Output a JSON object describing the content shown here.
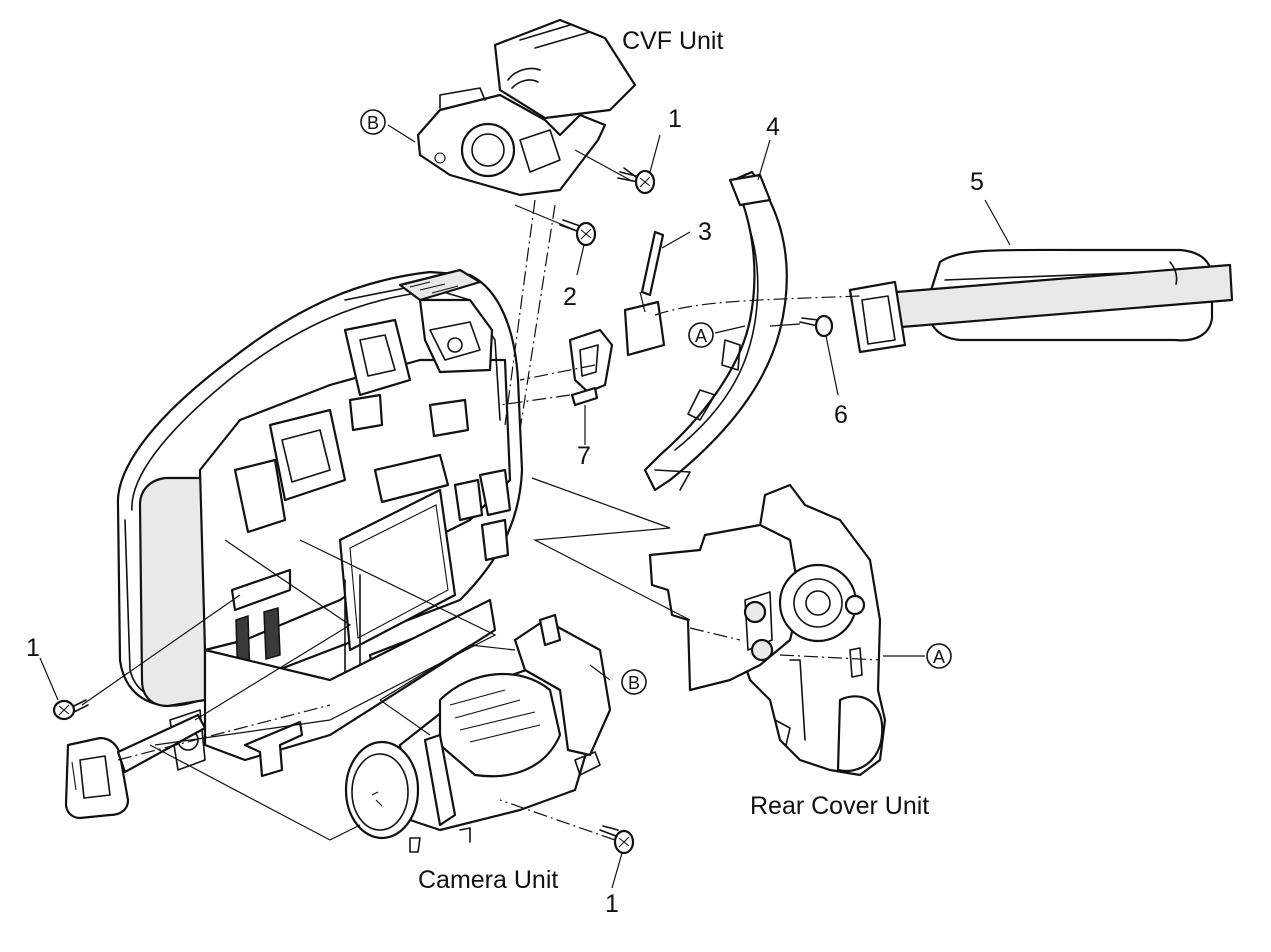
{
  "units": {
    "cvf": "CVF Unit",
    "rear_cover": "Rear Cover Unit",
    "camera": "Camera Unit"
  },
  "part_numbers": {
    "screw_cvf": "1",
    "screw_a": "2",
    "pin": "3",
    "grip_cover": "4",
    "grip_belt": "5",
    "screw_belt": "6",
    "small_bracket": "7",
    "screw_left": "1",
    "screw_bottom": "1"
  },
  "reference_marks": {
    "b_top": "B",
    "b_camera": "B",
    "a_grip": "A",
    "a_rear": "A"
  }
}
